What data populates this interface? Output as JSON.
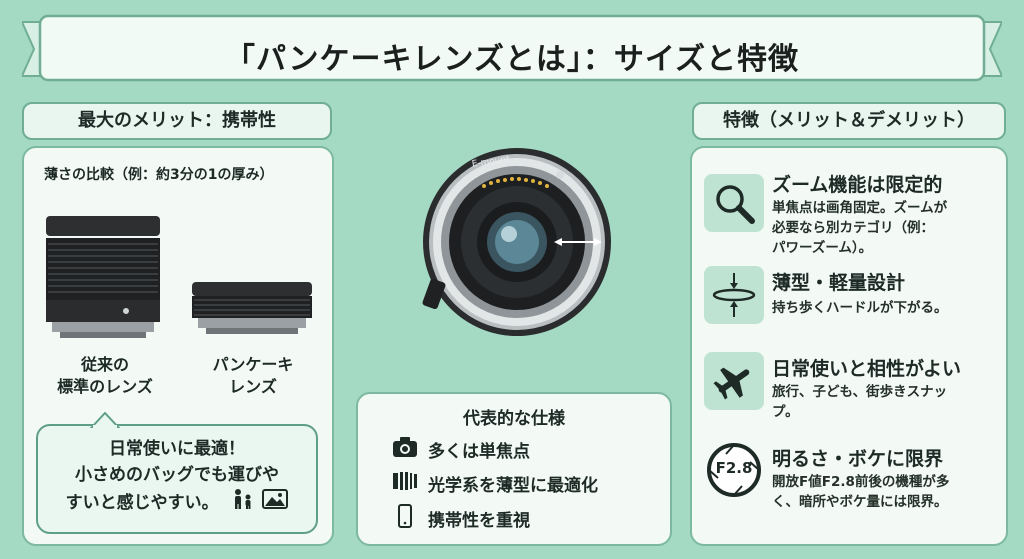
{
  "banner": {
    "title": "「パンケーキレンズとは」：サイズと特徴"
  },
  "left": {
    "tag": "最大のメリット：携帯性",
    "compare_title": "薄さの比較（例：約3分の1の厚み）",
    "lens_standard": [
      "従来の",
      "標準のレンズ"
    ],
    "lens_pancake": [
      "パンケーキ",
      "レンズ"
    ],
    "bubble": [
      "日常使いに最適！",
      "小さめのバッグでも運びや",
      "すいと感じやすい。"
    ]
  },
  "center": {
    "mount_label": "E-mount",
    "spec_title": "代表的な仕様",
    "spec_items": [
      {
        "icon": "camera-icon",
        "label": "多くは単焦点"
      },
      {
        "icon": "lens-elements-icon",
        "label": "光学系を薄型に最適化"
      },
      {
        "icon": "smartphone-icon",
        "label": "携帯性を重視"
      }
    ]
  },
  "right": {
    "tag": "特徴（メリット＆デメリット）",
    "features": [
      {
        "icon": "magnifier-icon",
        "title": "ズーム機能は限定的",
        "desc": [
          "単焦点は画角固定。ズームが",
          "必要なら別カテゴリ（例：",
          "パワーズーム）。"
        ]
      },
      {
        "icon": "thin-profile-icon",
        "title": "薄型・軽量設計",
        "desc": [
          "持ち歩くハードルが下がる。"
        ]
      },
      {
        "icon": "airplane-icon",
        "title": "日常使いと相性がよい",
        "desc": [
          "旅行、子ども、街歩きスナッ",
          "プ。"
        ]
      },
      {
        "icon": "aperture-f28-icon",
        "icon_text": "F2.8",
        "title": "明るさ・ボケに限界",
        "desc": [
          "開放F値F2.8前後の機種が多",
          "く、暗所やボケ量には限界。"
        ]
      }
    ]
  }
}
